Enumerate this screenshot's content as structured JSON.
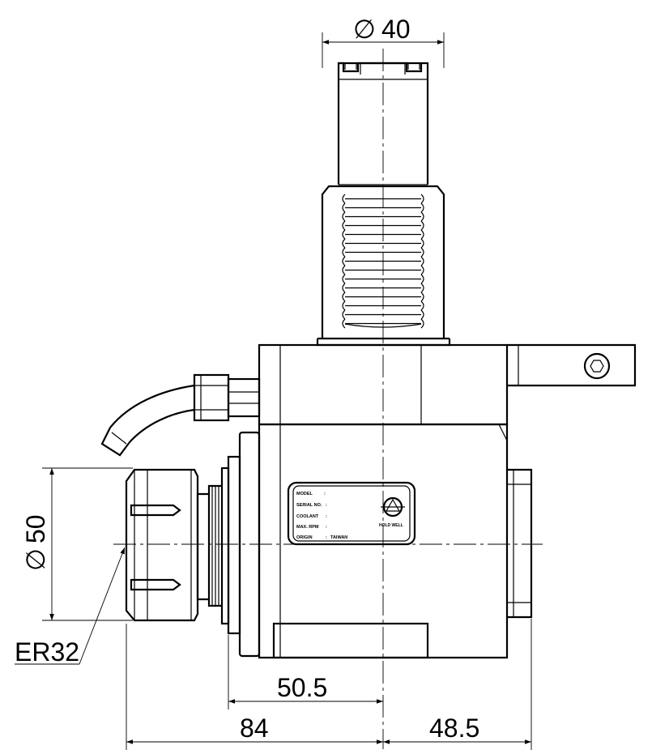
{
  "dimensions": {
    "shank_diameter": "40",
    "collet_diameter": "50",
    "collet_type": "ER32",
    "offset_collet_to_center": "50.5",
    "total_left": "84",
    "right_extent": "48.5",
    "diameter_symbol": "∅"
  },
  "nameplate": {
    "model_label": "MODEL",
    "serial_label": "SERIAL NO.",
    "coolant_label": "COOLANT",
    "max_rpm_label": "MAX. RPM",
    "origin_label": "ORIGIN",
    "origin_value": "TAIWAN",
    "separator": ":",
    "brand": "HOLD WELL"
  }
}
